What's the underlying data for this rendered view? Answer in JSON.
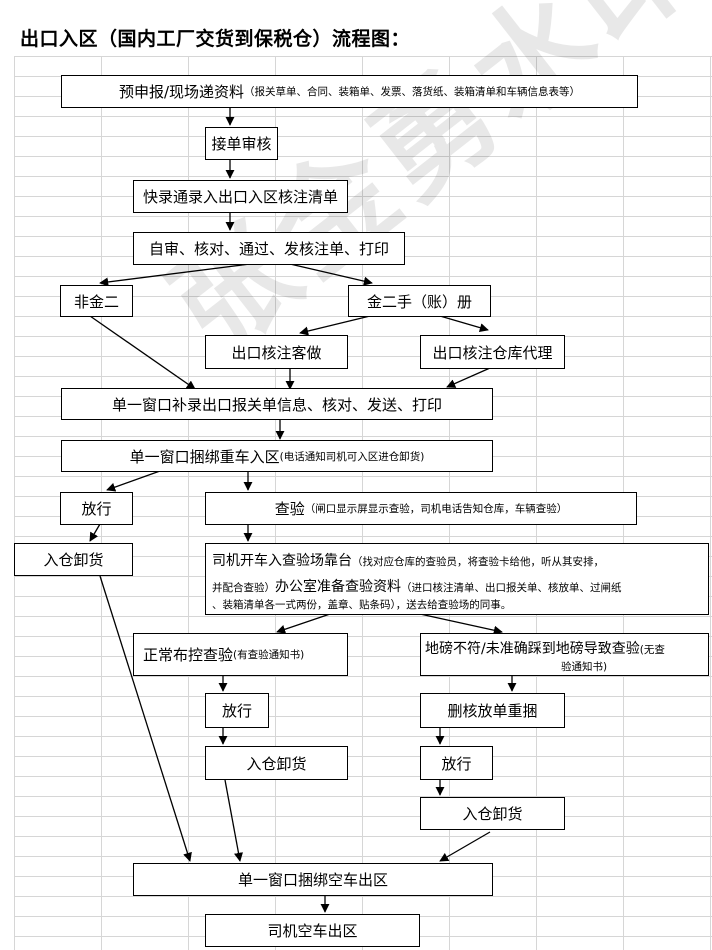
{
  "title": "出口入区（国内工厂交货到保税仓）流程图：",
  "watermark": "张金勇水印",
  "nodes": {
    "prereport": {
      "main": "预申报/现场递资料",
      "note": "（报关草单、合同、装箱单、发票、落货纸、装箱清单和车辆信息表等）"
    },
    "receive": "接单审核",
    "kuailu": "快录通录入出口入区核注清单",
    "selfcheck": "自审、核对、通过、发核注单、打印",
    "nonjin2": "非金二",
    "jin2": "金二手（账）册",
    "broker": "出口核注客做",
    "warehouse_agent": "出口核注仓库代理",
    "single1": "单一窗口补录出口报关单信息、核对、发送、打印",
    "single2": {
      "main": "单一窗口捆绑重车入区",
      "note": "(电话通知司机可入区进仓卸货)"
    },
    "release1": "放行",
    "inspect": {
      "main": "查验",
      "note": "（闸口显示屏显示查验，司机电话告知仓库，车辆查验）"
    },
    "unload1": "入仓卸货",
    "driver": {
      "l1_main": "司机开车入查验场靠台",
      "l1_note": "（找对应仓库的查验员，将查验卡给他，听从其安排，",
      "l2_note": "并配合查验）",
      "l2_main": "办公室准备查验资料",
      "l2_note2": "（进口核注清单、出口报关单、核放单、过闸纸",
      "l3_note": "、装箱清单各一式两份，盖章、贴条码），送去给查验场的同事。"
    },
    "normal": {
      "main": "正常布控查验",
      "note": "(有查验通知书)"
    },
    "scale": {
      "main": "地磅不符/未准确踩到地磅导致查验",
      "note1": "(无查",
      "note2": "验通知书)"
    },
    "release2": "放行",
    "rebind": "删核放单重捆",
    "unload2": "入仓卸货",
    "release3": "放行",
    "unload3": "入仓卸货",
    "single3": "单一窗口捆绑空车出区",
    "exit": "司机空车出区"
  }
}
